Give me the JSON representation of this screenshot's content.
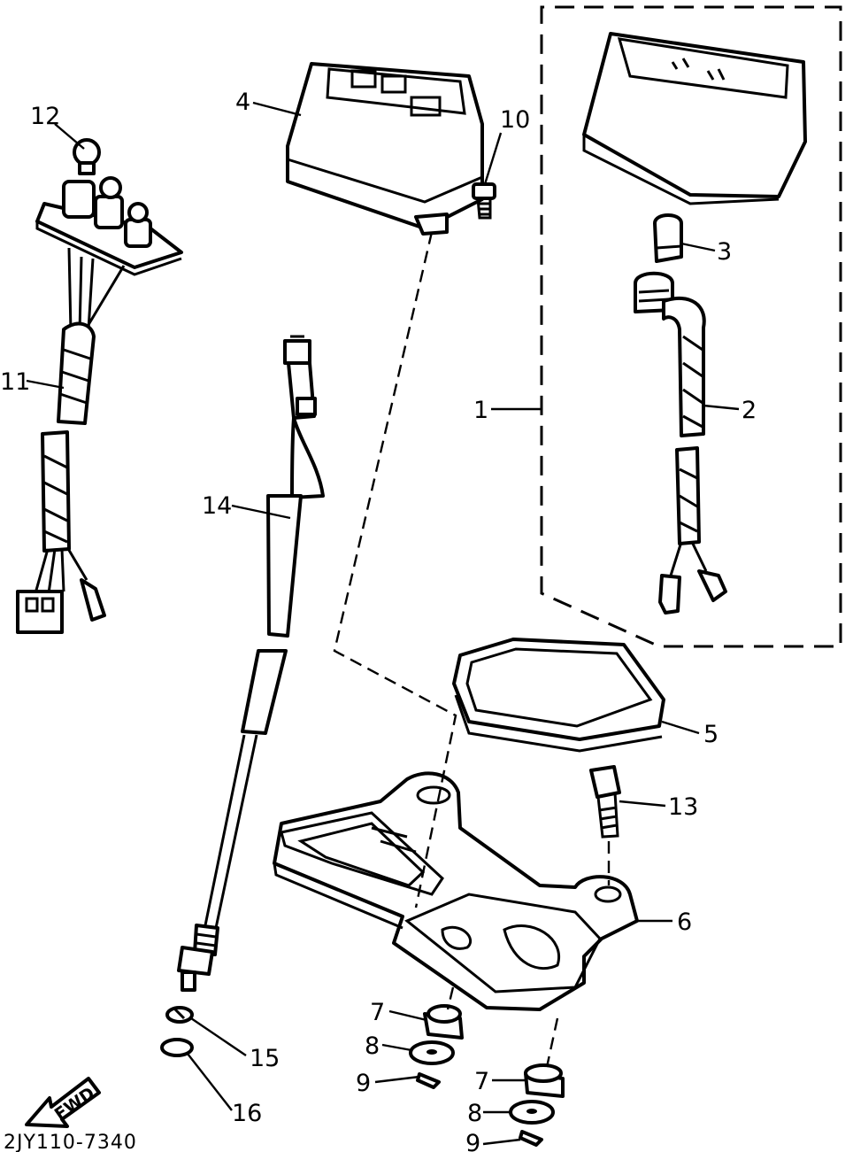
{
  "diagram_code": "2JY110-7340",
  "fwd_label": "FWD",
  "callouts": {
    "p1": "1",
    "p2": "2",
    "p3": "3",
    "p4": "4",
    "p5": "5",
    "p6": "6",
    "p7a": "7",
    "p7b": "7",
    "p8a": "8",
    "p8b": "8",
    "p9a": "9",
    "p9b": "9",
    "p10": "10",
    "p11": "11",
    "p12": "12",
    "p13": "13",
    "p14": "14",
    "p15": "15",
    "p16": "16"
  }
}
